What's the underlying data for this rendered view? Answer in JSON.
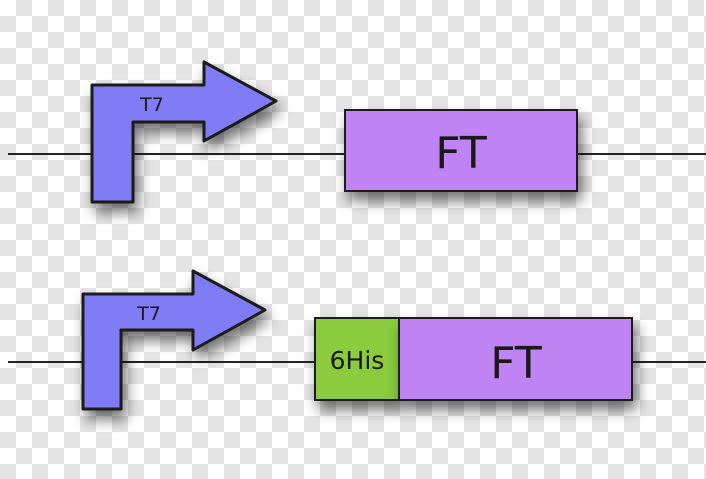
{
  "constructs": [
    {
      "promoter": {
        "label": "T7",
        "color": "#7f7cf5"
      },
      "genes": [
        {
          "label": "FT",
          "color": "#bf83f3"
        }
      ]
    },
    {
      "promoter": {
        "label": "T7",
        "color": "#7f7cf5"
      },
      "genes": [
        {
          "label": "6His",
          "color": "#8bcb3c"
        },
        {
          "label": "FT",
          "color": "#bf83f3"
        }
      ]
    }
  ],
  "colors": {
    "background_checker": "#e4e4e4",
    "outline": "#1a1a1a",
    "line": "#222222"
  }
}
